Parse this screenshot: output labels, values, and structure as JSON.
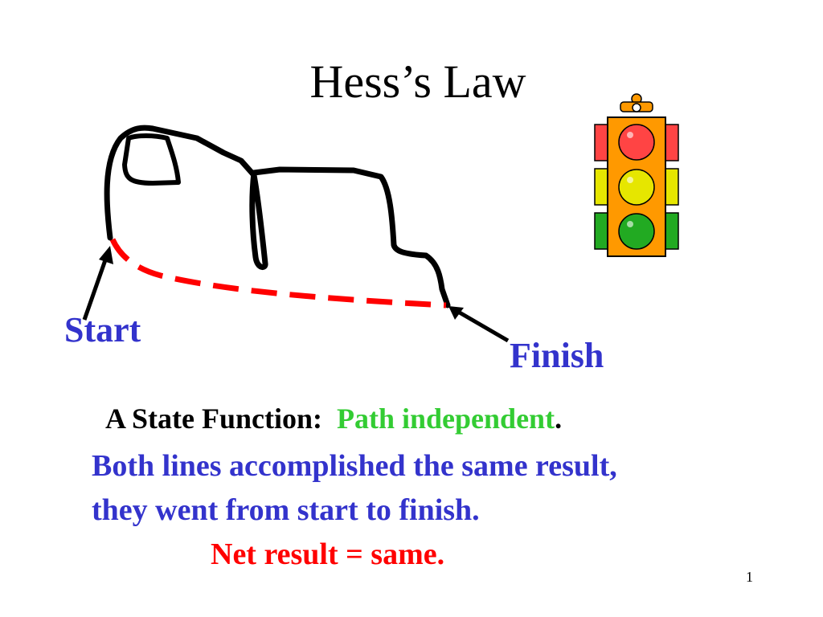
{
  "slide": {
    "title": "Hess’s Law",
    "page_number": "1"
  },
  "diagram": {
    "start_label": "Start",
    "finish_label": "Finish"
  },
  "state_function": {
    "label": "A State Function:",
    "value": "Path independent",
    "period": "."
  },
  "explanation": {
    "line1": "Both lines accomplished the same result,",
    "line2": "they went from start to finish.",
    "net_result": "Net result = same."
  },
  "colors": {
    "label_blue": "#3333cc",
    "highlight_green": "#33cc33",
    "result_red": "#ff0000",
    "traffic_light_body": "#ff9900"
  },
  "icons": {
    "traffic_light": "traffic-light-icon"
  }
}
